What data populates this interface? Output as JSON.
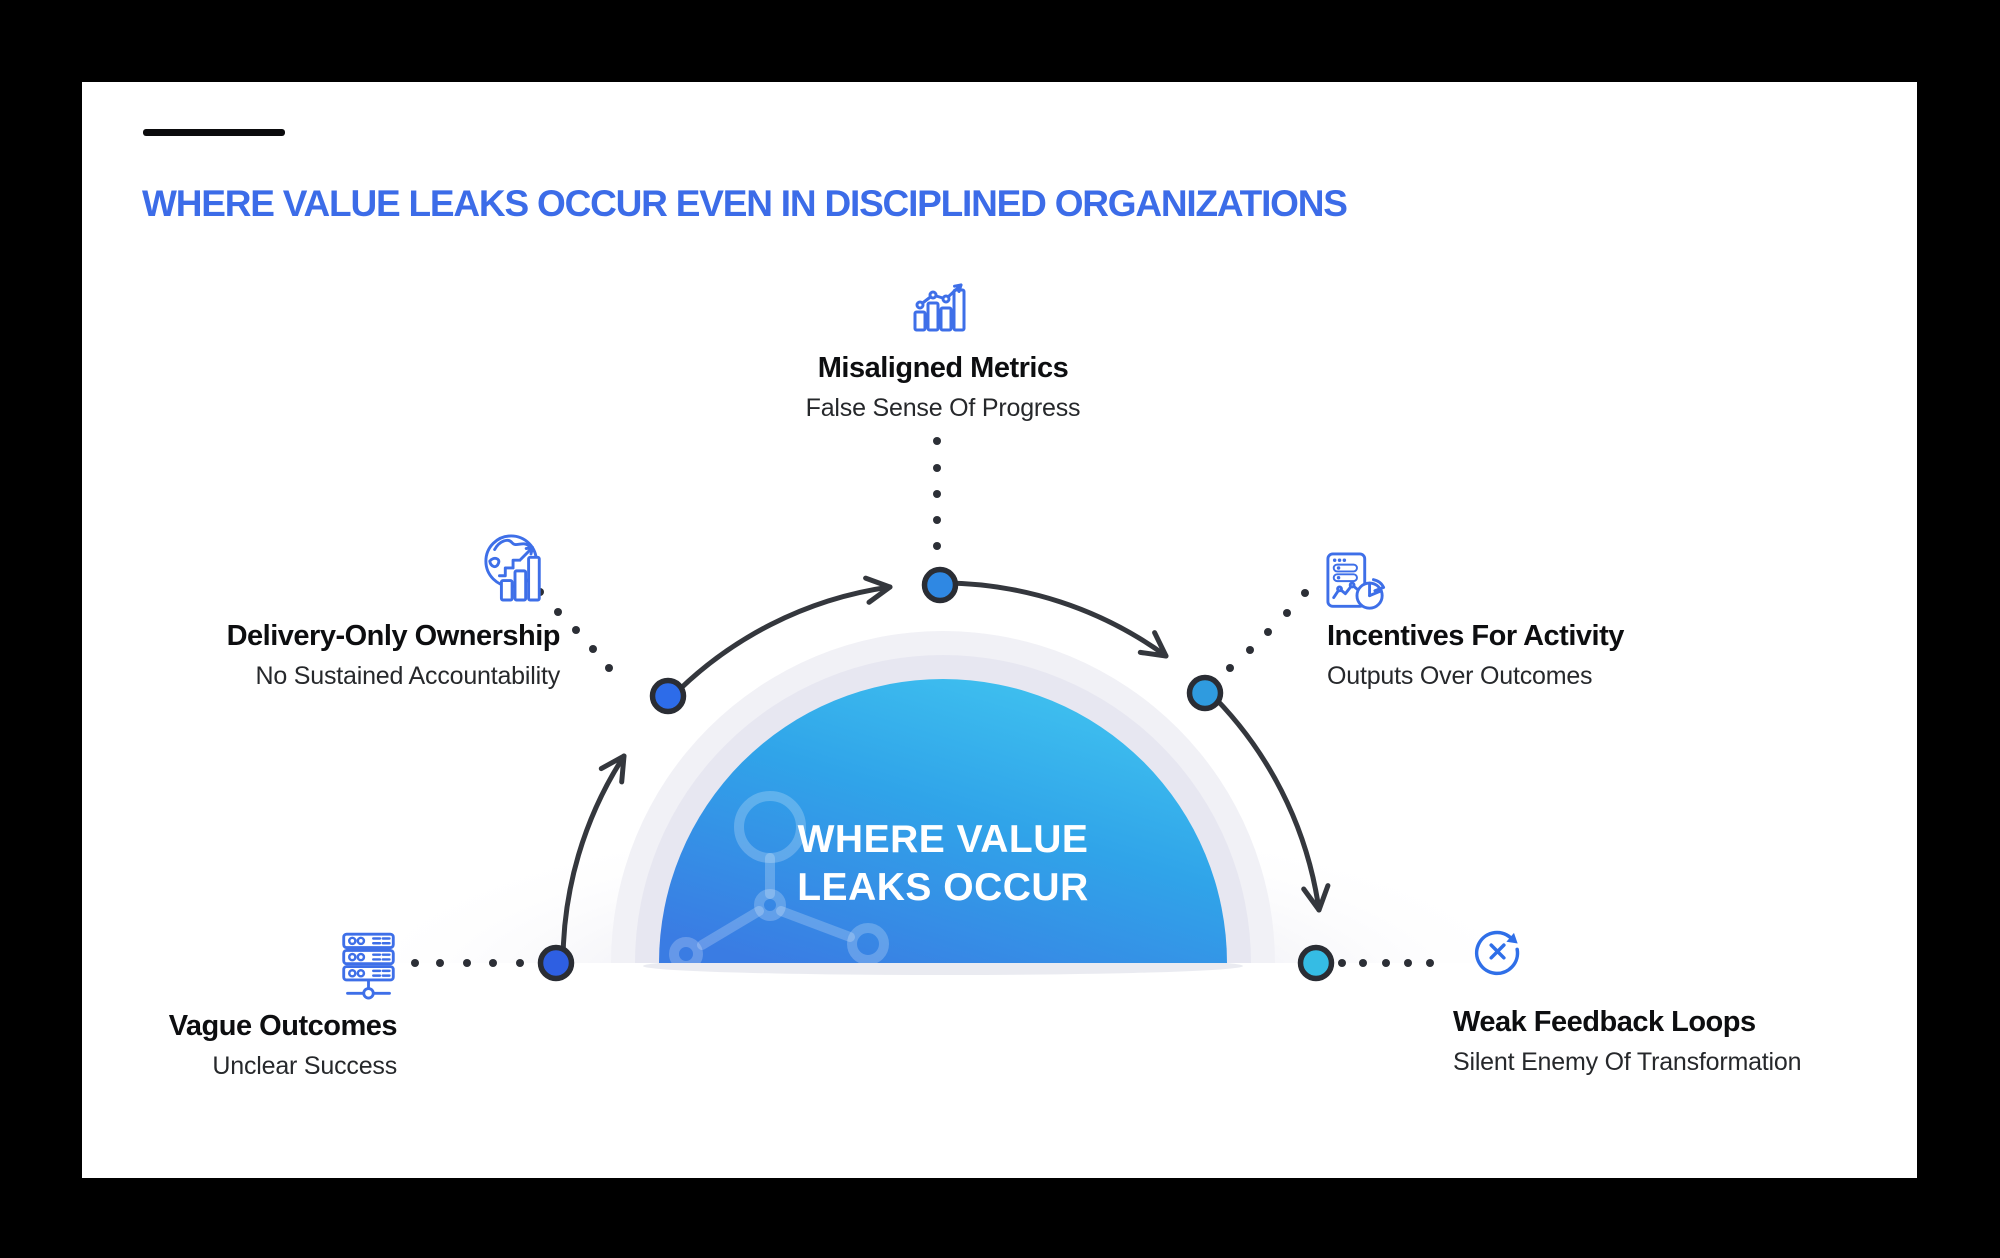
{
  "slide": {
    "title": "WHERE VALUE LEAKS OCCUR EVEN IN DISCIPLINED ORGANIZATIONS",
    "accent_color": "#3c6ce8",
    "frame_color": "#000000"
  },
  "center_badge": {
    "line1": "WHERE VALUE",
    "line2": "LEAKS OCCUR",
    "gradient_top": "#41c4f0",
    "gradient_bottom": "#3a7ce3",
    "halo_color": "#e7e7f1"
  },
  "connectors": {
    "arrow_color": "#34373d",
    "dotted_color": "#2c2f36"
  },
  "icon_color": "#3e6fe8",
  "nodes": [
    {
      "id": "vague-outcomes",
      "icon": "server-stack-icon",
      "title": "Vague Outcomes",
      "subtitle": "Unclear Success",
      "dot_color": "#2e5fe2"
    },
    {
      "id": "delivery-only-ownership",
      "icon": "globe-growth-icon",
      "title": "Delivery-Only Ownership",
      "subtitle": "No Sustained Accountability",
      "dot_color": "#2d6ce9"
    },
    {
      "id": "misaligned-metrics",
      "icon": "bar-chart-trend-icon",
      "title": "Misaligned Metrics",
      "subtitle": "False Sense Of Progress",
      "dot_color": "#2f88e3"
    },
    {
      "id": "incentives-for-activity",
      "icon": "report-pie-icon",
      "title": "Incentives For Activity",
      "subtitle": "Outputs Over Outcomes",
      "dot_color": "#2f9bdf"
    },
    {
      "id": "weak-feedback-loops",
      "icon": "feedback-loop-icon",
      "title": "Weak Feedback Loops",
      "subtitle": "Silent Enemy Of Transformation",
      "dot_color": "#35bce4"
    }
  ]
}
